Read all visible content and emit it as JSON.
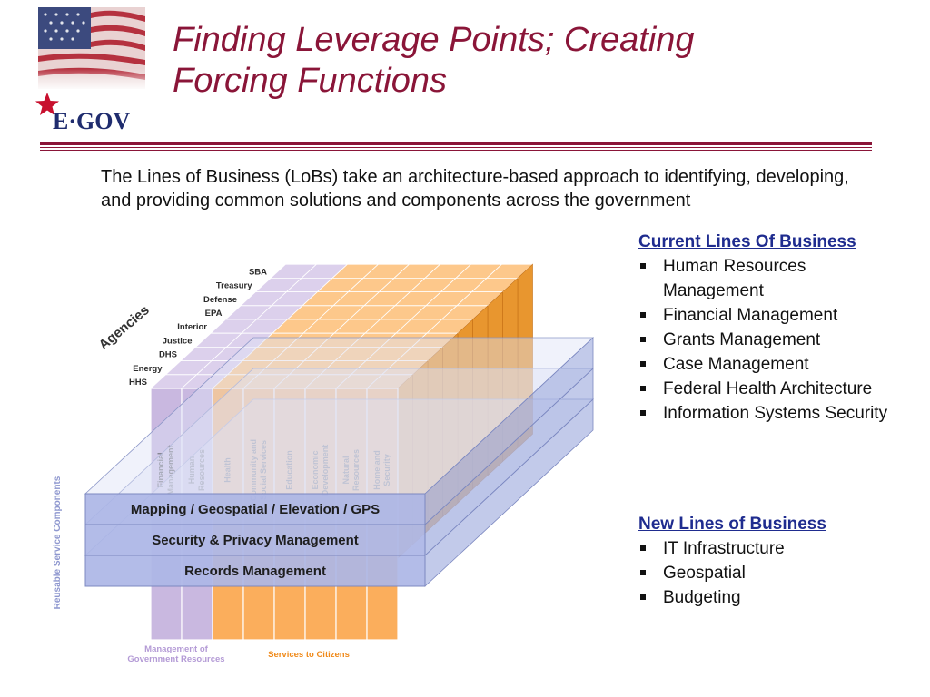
{
  "header": {
    "title_line1": "Finding Leverage Points; Creating",
    "title_line2": "Forcing Functions",
    "logo_text": "E·GOV"
  },
  "intro": {
    "text": "The Lines of Business (LoBs) take an architecture-based approach to identifying, developing, and providing common solutions and components across the government"
  },
  "current_lines": {
    "heading": "Current Lines Of Business",
    "items": [
      "Human Resources Management",
      "Financial Management",
      "Grants Management",
      "Case Management",
      "Federal Health Architecture",
      "Information Systems Security"
    ]
  },
  "new_lines": {
    "heading": "New Lines of Business",
    "items": [
      "IT Infrastructure",
      "Geospatial",
      "Budgeting"
    ]
  },
  "diagram": {
    "agencies_label": "Agencies",
    "agencies": [
      "SBA",
      "Treasury",
      "Defense",
      "EPA",
      "Interior",
      "Justice",
      "DHS",
      "Energy",
      "HHS"
    ],
    "lob_columns": [
      "Financial Management",
      "Human Resources",
      "Health",
      "Community and Social Services",
      "Education",
      "Economic Development",
      "Natural Resources",
      "Homeland Security"
    ],
    "layers": [
      "Mapping / Geospatial / Elevation / GPS",
      "Security & Privacy Management",
      "Records Management"
    ],
    "reusable_label": "Reusable Service Components",
    "mgmt_label_line1": "Management of",
    "mgmt_label_line2": "Government Resources",
    "services_label": "Services to Citizens"
  },
  "colors": {
    "title": "#8a1538",
    "heading": "#1f2c8f",
    "lavender": "#c9b8e0",
    "orange": "#fbae5c",
    "layer_blue": "#adb6e6"
  }
}
